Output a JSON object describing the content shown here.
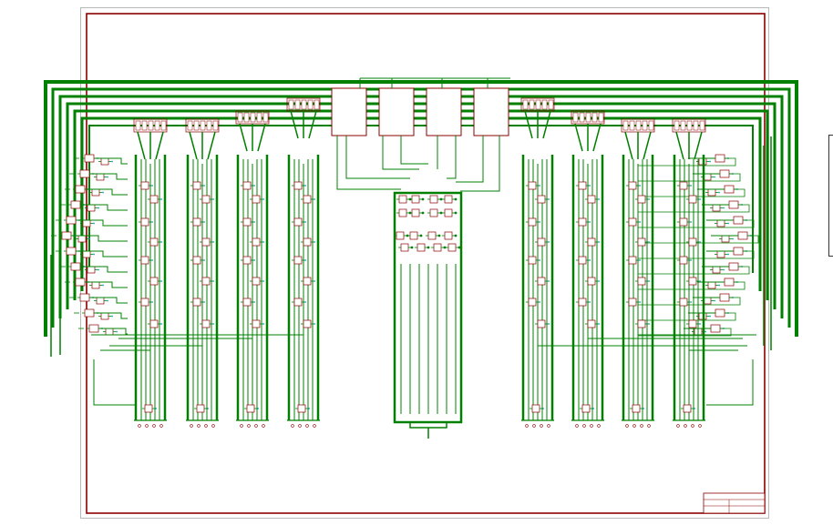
{
  "document": {
    "title_block": {
      "line1": "",
      "line2": "",
      "line3": ""
    },
    "colors": {
      "background": "#ffffff",
      "border": "#8b0000",
      "wire": "#008000",
      "component": "#8b0000",
      "label": "#00a0b0"
    },
    "icons": [
      "schematic-sheet",
      "wire-bus",
      "component-block",
      "connector-pin"
    ]
  }
}
